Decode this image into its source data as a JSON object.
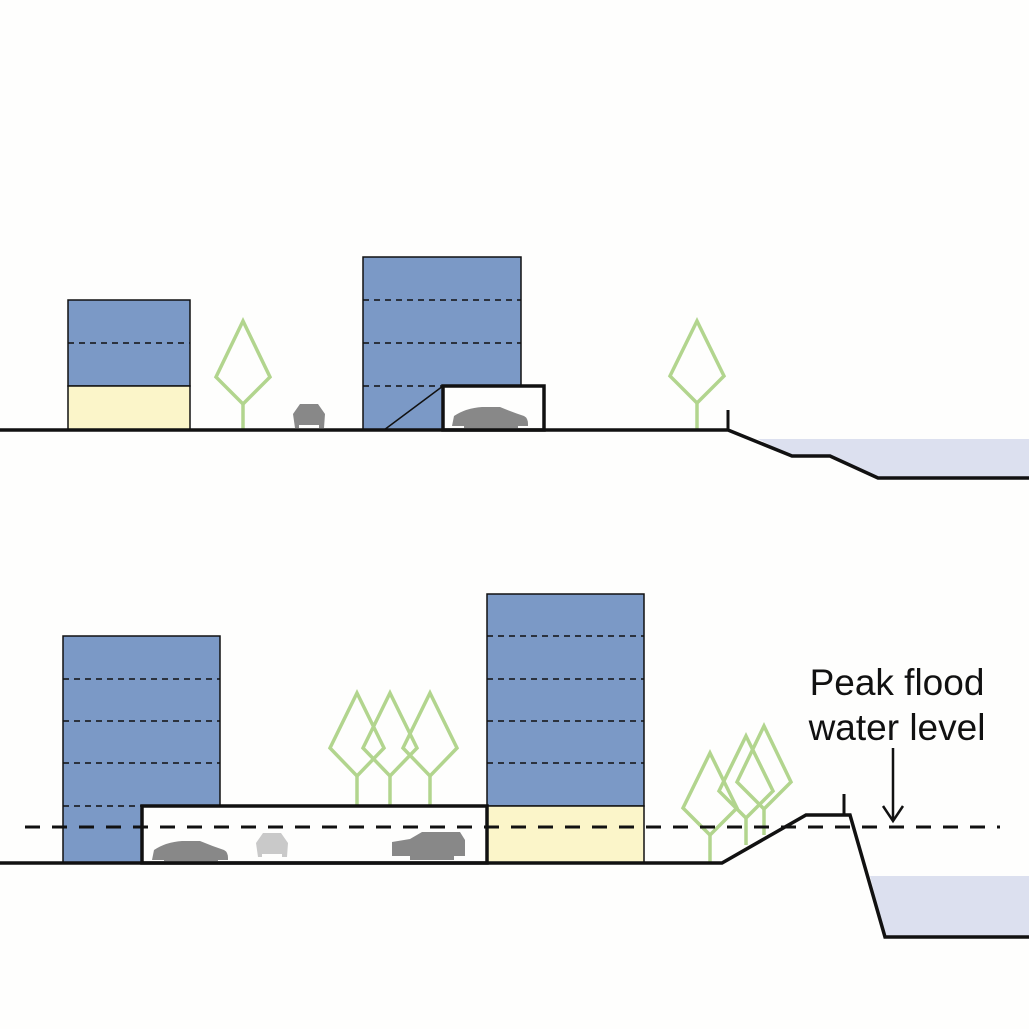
{
  "annotation": {
    "line1": "Peak flood",
    "line2": "water level"
  },
  "colors": {
    "building": "#7b99c6",
    "ground_floor": "#fbf5c9",
    "tree": "#b2d58e",
    "water": "#dce0ef",
    "car": "#888888",
    "car_light": "#c9c9c9",
    "line": "#111111"
  },
  "scenes": [
    {
      "name": "current-section"
    },
    {
      "name": "flood-resilient-section"
    }
  ]
}
